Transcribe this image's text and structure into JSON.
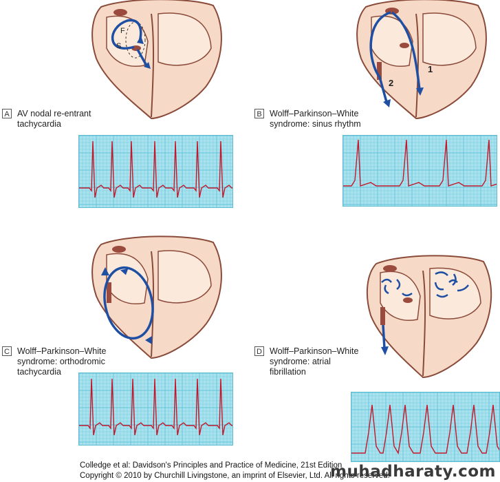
{
  "panels": [
    {
      "letter": "A",
      "caption": "AV nodal re-entrant\ntachycardia",
      "labels": [
        "F",
        "S"
      ]
    },
    {
      "letter": "B",
      "caption": "Wolff–Parkinson–White\nsyndrome: sinus rhythm",
      "labels": [
        "1",
        "2"
      ]
    },
    {
      "letter": "C",
      "caption": "Wolff–Parkinson–White\nsyndrome: orthodromic\ntachycardia",
      "labels": []
    },
    {
      "letter": "D",
      "caption": "Wolff–Parkinson–White\nsyndrome: atrial\nfibrillation",
      "labels": []
    }
  ],
  "footer": {
    "line1": "Colledge et al: Davidson's Principles and Practice of Medicine, 21st Edition",
    "line2": "Copyright © 2010 by Churchill Livingstone, an imprint of Elsevier, Ltd. All rights reserved."
  },
  "logo": "muhadharaty.com",
  "colors": {
    "heart_fill": "#f6d9c6",
    "heart_outline": "#8a4a3a",
    "arrow": "#1e4fa3",
    "ecg_bg": "#a9e2ee",
    "ecg_trace": "#c2182b",
    "ecg_grid": "#62c4d8"
  }
}
